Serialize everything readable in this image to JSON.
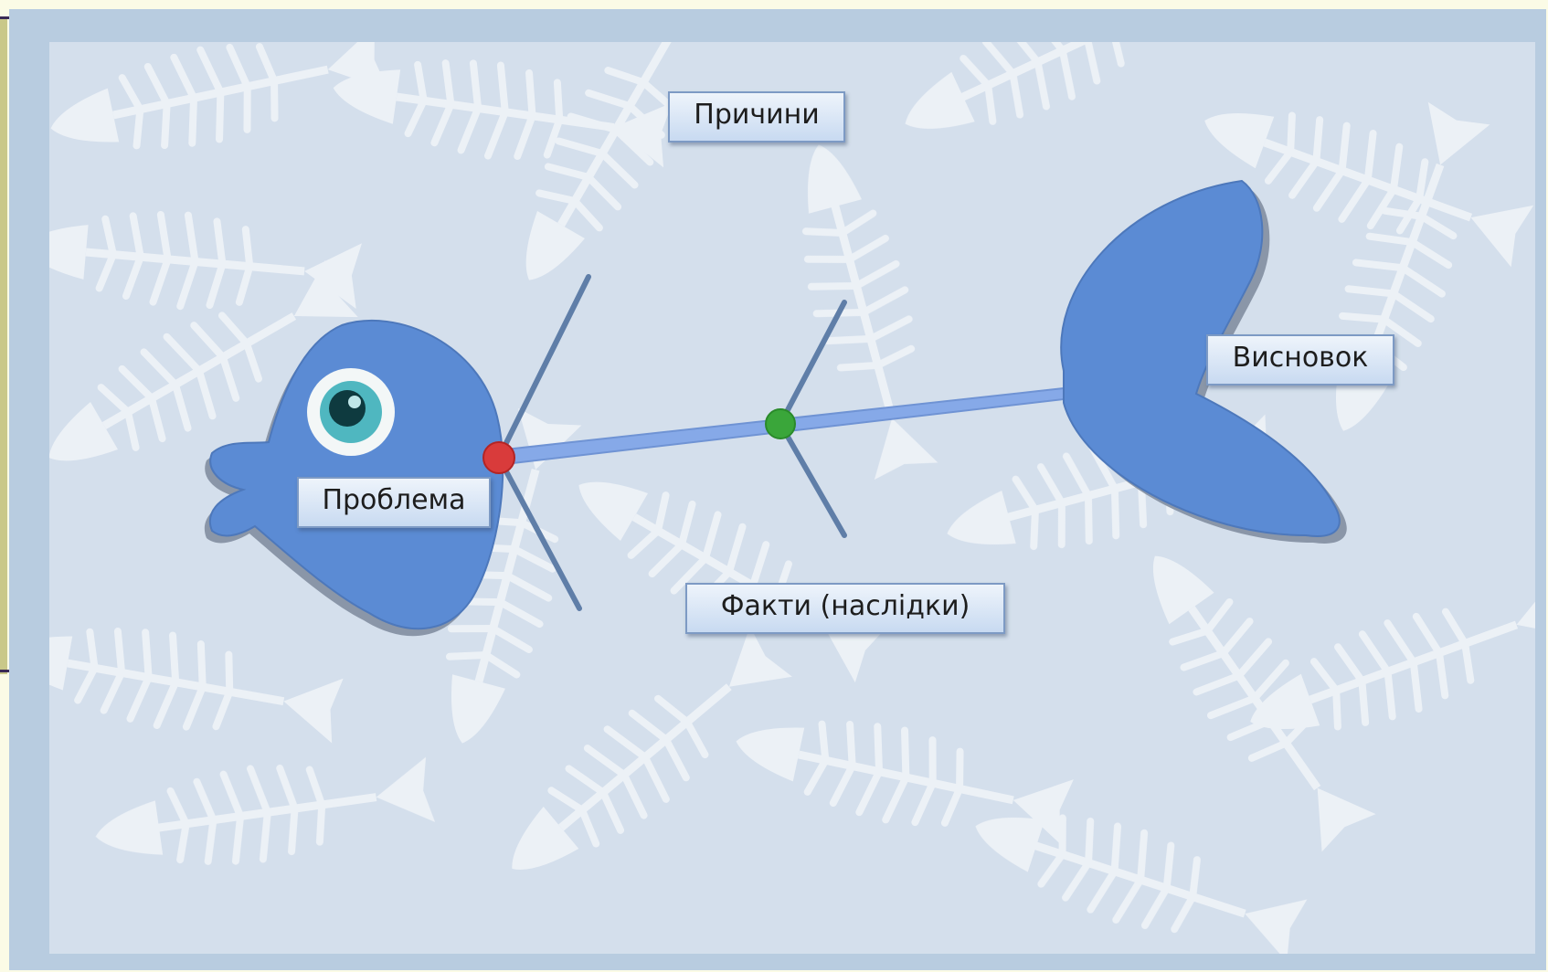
{
  "diagram": {
    "labels": {
      "causes": "Причини",
      "problem": "Проблема",
      "facts": "Факти (наслідки)",
      "conclusion": "Висновок"
    },
    "colors": {
      "fish_body": "#5b8bd4",
      "spine": "#86a9e8",
      "bones": "#5f7ea8",
      "head_node": "#d93b3b",
      "middle_node": "#3aa63a",
      "background": "#d4dfec",
      "frame": "#b8cce0"
    }
  }
}
